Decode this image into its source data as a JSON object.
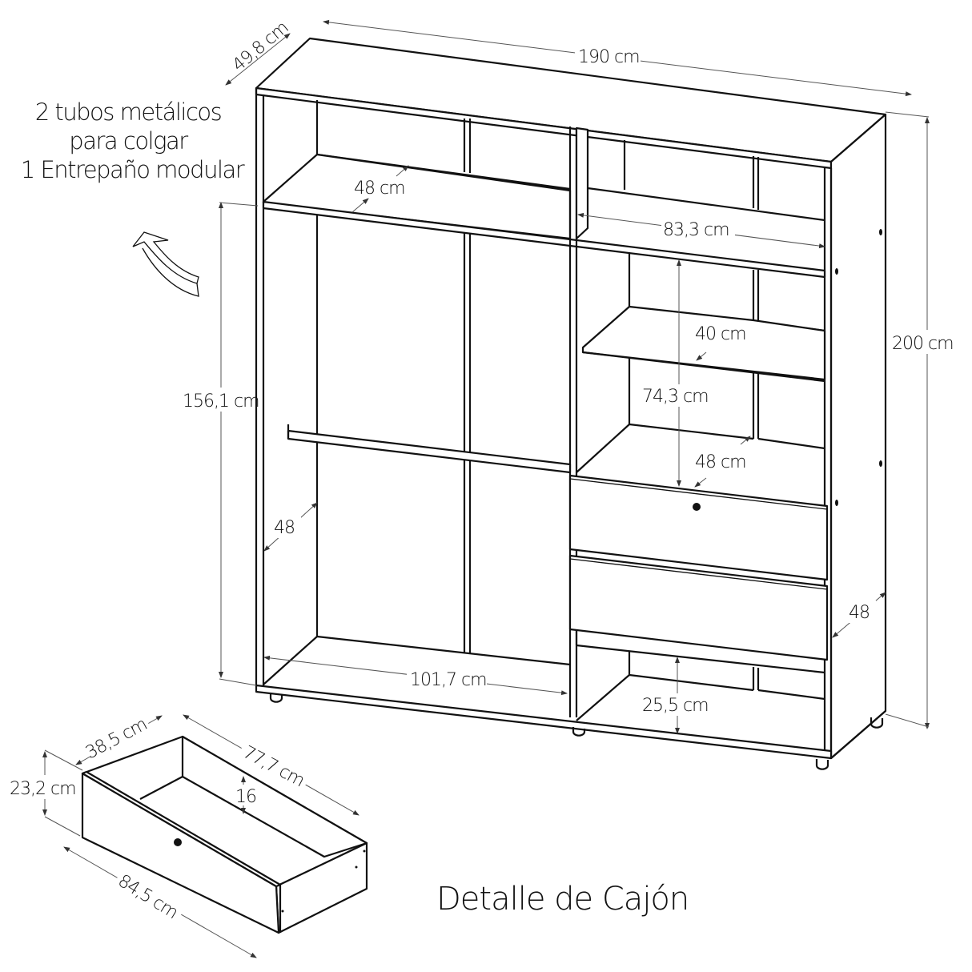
{
  "diagram": {
    "subject": "wardrobe-technical-drawing",
    "notes": {
      "line1": "2 tubos metálicos",
      "line2": "para colgar",
      "line3": "1 Entrepaño modular"
    },
    "dimensions": {
      "depth_top": "49,8 cm",
      "width_total": "190 cm",
      "height_total": "200 cm",
      "shelf_depth_left": "48 cm",
      "right_upper_width": "83,3 cm",
      "left_hanging_height": "156,1 cm",
      "modular_shelf_depth": "40 cm",
      "right_middle_height": "74,3 cm",
      "right_shelf_depth": "48 cm",
      "left_side_depth": "48",
      "right_side_depth": "48",
      "left_bottom_width": "101,7 cm",
      "bottom_cubby_height": "25,5 cm"
    },
    "drawer_detail": {
      "title": "Detalle de Cajón",
      "depth": "38,5 cm",
      "inner_length": "77,7 cm",
      "height": "23,2 cm",
      "inner_height": "16",
      "front_length": "84,5 cm"
    }
  }
}
